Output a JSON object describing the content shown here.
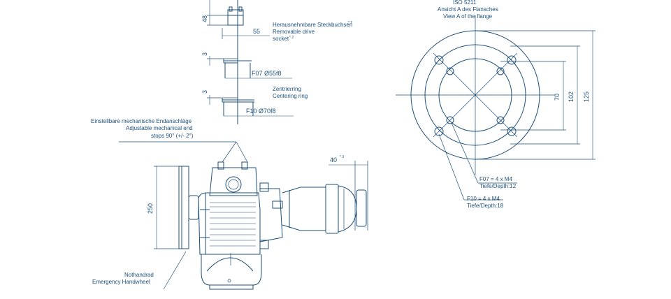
{
  "top_view": {
    "dim_48": "48",
    "dim_55": "55",
    "socket_de": "Herausnehmbare Steckbuchsen",
    "socket_en_1": "Removable drive",
    "socket_en_2": "socket",
    "socket_note_mark": "* 2",
    "dim_3a": "3",
    "f07_label": "F07 Ø55f8",
    "dim_3b": "3",
    "centering_de": "Zentrierring",
    "centering_en": "Centering ring",
    "f10_label": "F10 Ø70f8"
  },
  "side_view": {
    "endstops_de": "Einstellbare mechanische Endanschläge",
    "endstops_en_1": "Adjustable mechanical end",
    "endstops_en_2": "stops 90° (+/- 2°)",
    "dim_40": "40",
    "dim_40_mark": "* 3",
    "dim_250": "250",
    "handwheel_de": "Nothandrad",
    "handwheel_en": "Emergency Handwheel"
  },
  "flange_view": {
    "standard": "ISO 5211",
    "view_de": "Ansicht A des Flansches",
    "view_en": "View A of the flange",
    "dim_70": "70",
    "dim_102": "102",
    "dim_125": "125",
    "f07_bolts": "F07 = 4 x M4",
    "f07_depth": "Tiefe/Depth:12",
    "f10_bolts": "F10 = 4 x M4",
    "f10_depth": "Tiefe/Depth:18"
  }
}
